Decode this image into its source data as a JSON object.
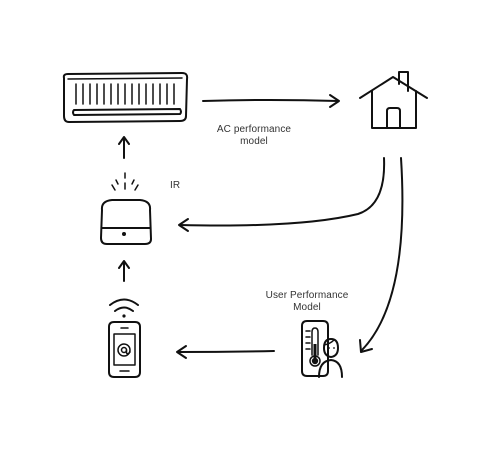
{
  "labels": {
    "ac_model_line1": "AC performance",
    "ac_model_line2": "model",
    "ir": "IR",
    "user_model_line1": "User Performance",
    "user_model_line2": "Model"
  },
  "icons": [
    "air-conditioner-icon",
    "house-icon",
    "ir-blaster-icon",
    "smartphone-icon",
    "wifi-icon",
    "thermometer-person-icon"
  ],
  "colors": {
    "ink": "#111111",
    "text": "#333333",
    "background": "#ffffff"
  }
}
